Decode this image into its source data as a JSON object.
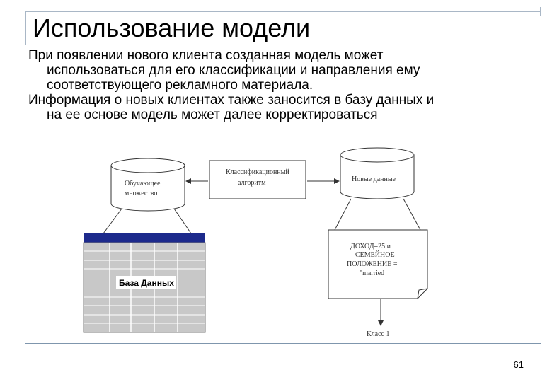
{
  "slide": {
    "title": "Использование модели",
    "paragraphs": [
      {
        "first_line": "При появлении нового клиента созданная  модель может",
        "continuation_lines": [
          "использоваться для его классификации и направления ему",
          "соответствующего рекламного материала."
        ]
      },
      {
        "first_line": "Информация о новых клиентах также заносится в базу данных и",
        "continuation_lines": [
          "на ее основе модель может далее корректироваться"
        ]
      }
    ],
    "page_number": "61"
  },
  "diagram": {
    "training_set_lines": [
      "Обучающее",
      "множество"
    ],
    "algorithm_lines": [
      "Классификационный",
      "алгоритм"
    ],
    "new_data_label": "Новые данные",
    "database_label": "База Данных",
    "rule_lines": [
      "ДОХОД=25  и",
      "СЕМЕЙНОЕ",
      "ПОЛОЖЕНИЕ =",
      "\"married"
    ],
    "result_label": "Класс 1",
    "colors": {
      "table_header": "#1d2a8c",
      "table_body": "#c8c8c8",
      "line": "#333333"
    }
  }
}
